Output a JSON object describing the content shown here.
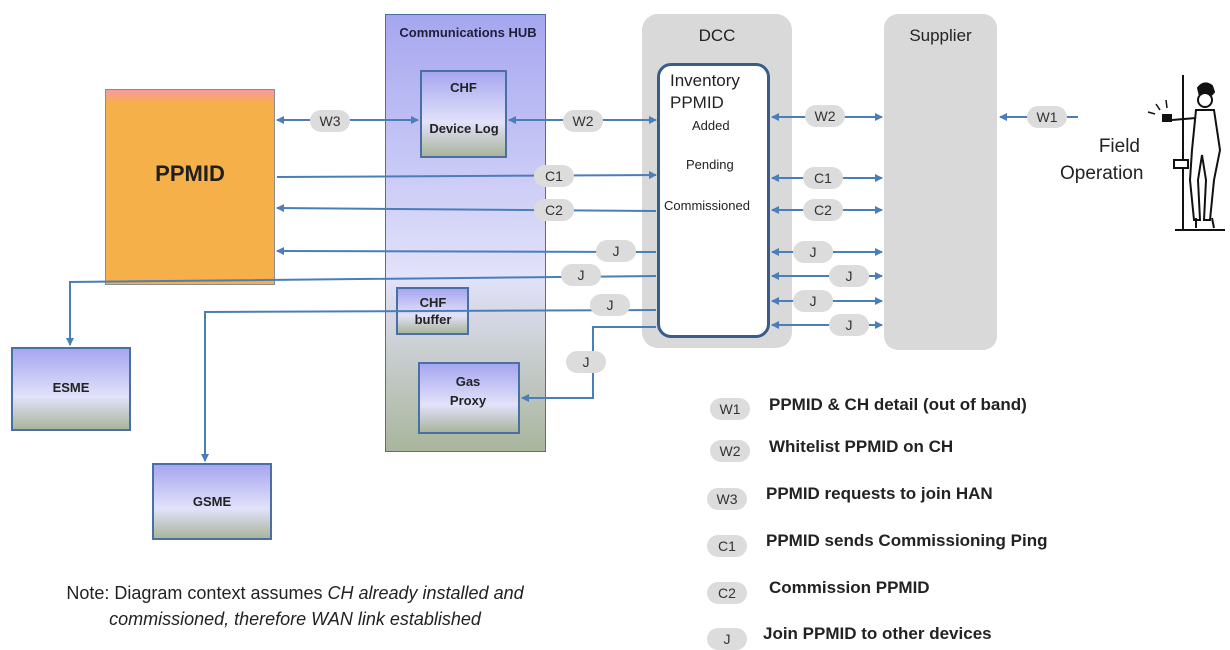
{
  "ppmid_label": "PPMID",
  "comms_hub": {
    "title": "Communications HUB",
    "chf": "CHF",
    "device_log": "Device Log",
    "chf_buffer": "CHF buffer",
    "gas_proxy": "Gas Proxy"
  },
  "dcc": {
    "title": "DCC",
    "inventory": "Inventory PPMID",
    "states": [
      "Added",
      "Pending",
      "Commissioned"
    ]
  },
  "supplier": {
    "title": "Supplier"
  },
  "field_operation": "Field Operation",
  "esme": "ESME",
  "gsme": "GSME",
  "connector_labels": {
    "w1": "W1",
    "w2": "W2",
    "w3": "W3",
    "c1": "C1",
    "c2": "C2",
    "j": "J"
  },
  "legend": [
    {
      "key": "W1",
      "text": "PPMID & CH detail (out of band)"
    },
    {
      "key": "W2",
      "text": "Whitelist PPMID on CH"
    },
    {
      "key": "W3",
      "text": "PPMID requests to join HAN"
    },
    {
      "key": "C1",
      "text": "PPMID sends Commissioning Ping"
    },
    {
      "key": "C2",
      "text": "Commission PPMID"
    },
    {
      "key": "J",
      "text": "Join PPMID to other devices"
    }
  ],
  "note": {
    "prefix": "Note: Diagram context assumes ",
    "italic_1": "CH already installed and",
    "italic_2": "commissioned, therefore WAN link established"
  },
  "colors": {
    "line": "#4a7ebb",
    "box_border": "#4a6fa5",
    "ppmid_fill": "#f6b04a",
    "ppmid_top": "#f79aa0",
    "panel_grey": "#d9d9d9",
    "inventory_border": "#385d8a"
  }
}
